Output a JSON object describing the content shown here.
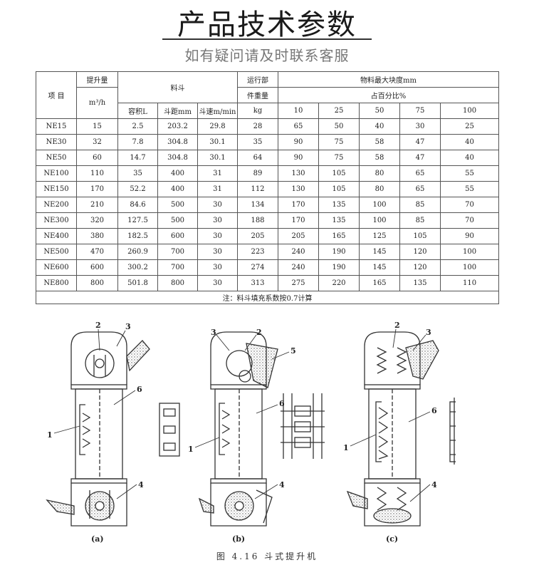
{
  "page": {
    "title": "产品技术参数",
    "subtitle": "如有疑问请及时联系客服"
  },
  "table": {
    "headers": {
      "item": "项  目",
      "capacity": "提升量",
      "capacity_unit": "m³/h",
      "bucket": "料斗",
      "volume": "容积L",
      "pitch": "斗距mm",
      "speed": "斗速m/min",
      "weight_line1": "运行部",
      "weight_line2": "件重量",
      "weight_unit": "kg",
      "lump": "物料最大块度mm",
      "percent": "占百分比%",
      "p10": "10",
      "p25": "25",
      "p50": "50",
      "p75": "75",
      "p100": "100"
    },
    "rows": [
      [
        "NE15",
        "15",
        "2.5",
        "203.2",
        "29.8",
        "28",
        "65",
        "50",
        "40",
        "30",
        "25"
      ],
      [
        "NE30",
        "32",
        "7.8",
        "304.8",
        "30.1",
        "35",
        "90",
        "75",
        "58",
        "47",
        "40"
      ],
      [
        "NE50",
        "60",
        "14.7",
        "304.8",
        "30.1",
        "64",
        "90",
        "75",
        "58",
        "47",
        "40"
      ],
      [
        "NE100",
        "110",
        "35",
        "400",
        "31",
        "89",
        "130",
        "105",
        "80",
        "65",
        "55"
      ],
      [
        "NE150",
        "170",
        "52.2",
        "400",
        "31",
        "112",
        "130",
        "105",
        "80",
        "65",
        "55"
      ],
      [
        "NE200",
        "210",
        "84.6",
        "500",
        "30",
        "134",
        "170",
        "135",
        "100",
        "85",
        "70"
      ],
      [
        "NE300",
        "320",
        "127.5",
        "500",
        "30",
        "188",
        "170",
        "135",
        "100",
        "85",
        "70"
      ],
      [
        "NE400",
        "380",
        "182.5",
        "600",
        "30",
        "205",
        "205",
        "165",
        "125",
        "105",
        "90"
      ],
      [
        "NE500",
        "470",
        "260.9",
        "700",
        "30",
        "223",
        "240",
        "190",
        "145",
        "120",
        "100"
      ],
      [
        "NE600",
        "600",
        "300.2",
        "700",
        "30",
        "274",
        "240",
        "190",
        "145",
        "120",
        "100"
      ],
      [
        "NE800",
        "800",
        "501.8",
        "800",
        "30",
        "313",
        "275",
        "220",
        "165",
        "135",
        "110"
      ]
    ],
    "note": "注：料斗填充系数按0.7计算"
  },
  "figure": {
    "panels": [
      "(a)",
      "(b)",
      "(c)"
    ],
    "callouts": [
      "1",
      "2",
      "3",
      "4",
      "5",
      "6"
    ],
    "caption": "图 4.16   斗式提升机"
  }
}
